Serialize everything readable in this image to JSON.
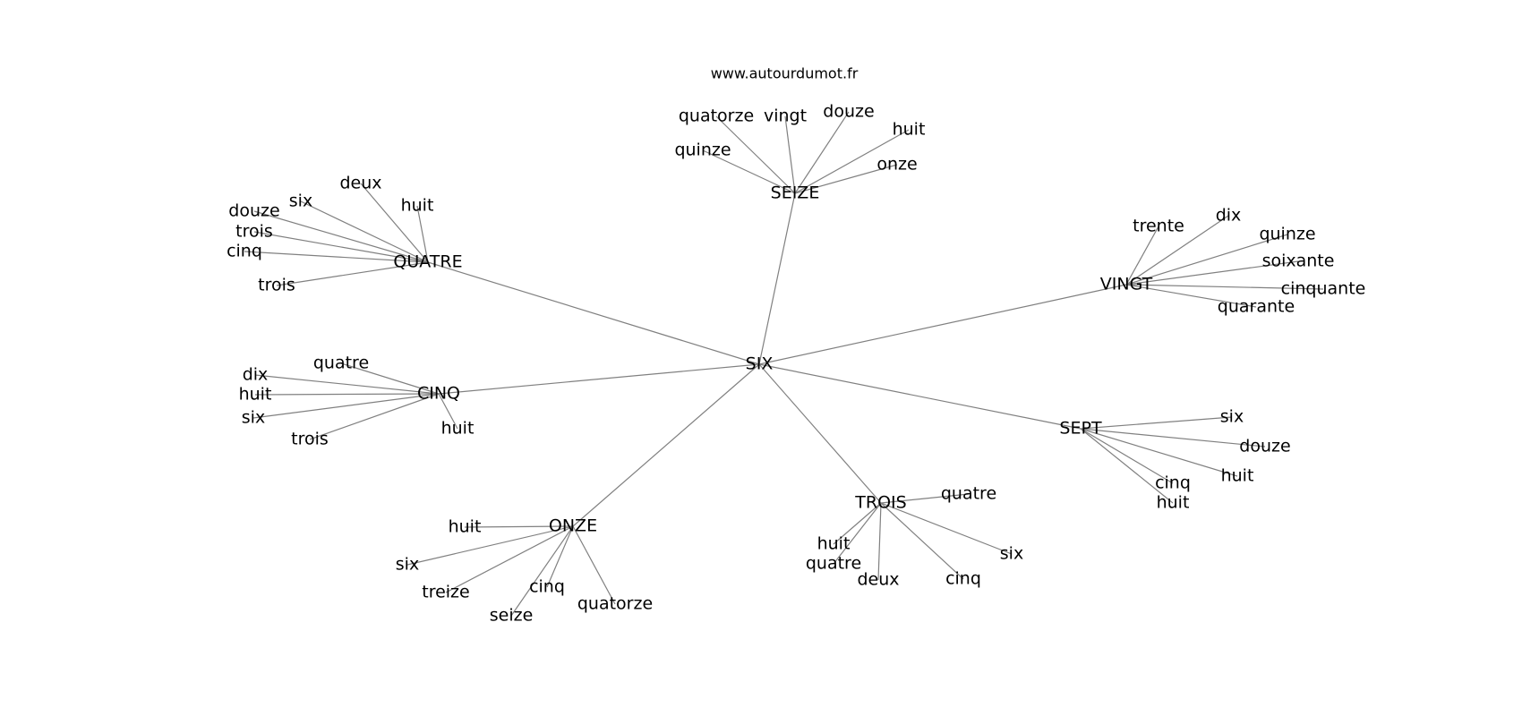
{
  "site_label": "www.autourdumot.fr",
  "center": "SIX",
  "clusters": [
    {
      "word": "SEIZE",
      "related": [
        "quatorze",
        "vingt",
        "douze",
        "huit",
        "quinze",
        "onze"
      ]
    },
    {
      "word": "QUATRE",
      "related": [
        "deux",
        "six",
        "huit",
        "douze",
        "trois",
        "cinq",
        "trois"
      ]
    },
    {
      "word": "VINGT",
      "related": [
        "trente",
        "dix",
        "quinze",
        "soixante",
        "cinquante",
        "quarante"
      ]
    },
    {
      "word": "CINQ",
      "related": [
        "quatre",
        "dix",
        "huit",
        "six",
        "trois",
        "huit"
      ]
    },
    {
      "word": "SEPT",
      "related": [
        "six",
        "douze",
        "huit",
        "cinq",
        "huit"
      ]
    },
    {
      "word": "TROIS",
      "related": [
        "quatre",
        "huit",
        "quatre",
        "deux",
        "cinq",
        "six"
      ]
    },
    {
      "word": "ONZE",
      "related": [
        "huit",
        "six",
        "treize",
        "cinq",
        "seize",
        "quatorze"
      ]
    }
  ]
}
